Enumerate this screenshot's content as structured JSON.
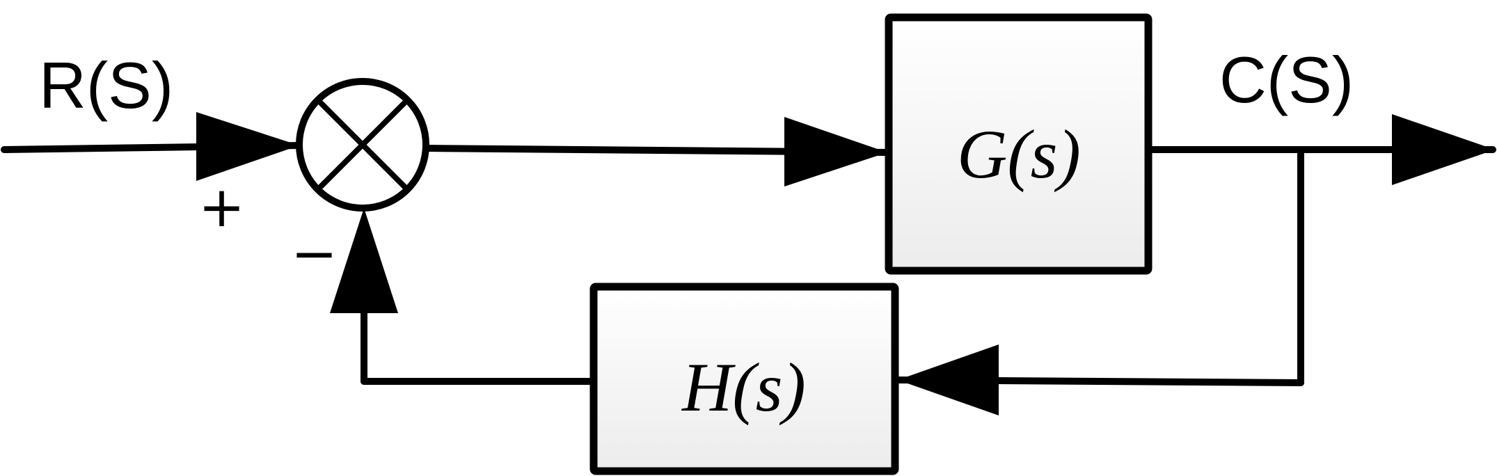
{
  "diagram": {
    "input_label": "R(S)",
    "output_label": "C(S)",
    "forward_block_label": "G(s)",
    "feedback_block_label": "H(s)",
    "plus_sign": "+",
    "minus_sign": "−"
  },
  "colors": {
    "stroke": "#000000",
    "block_fill_top": "#ffffff",
    "block_fill_bottom": "#ececec",
    "background": "#ffffff"
  }
}
